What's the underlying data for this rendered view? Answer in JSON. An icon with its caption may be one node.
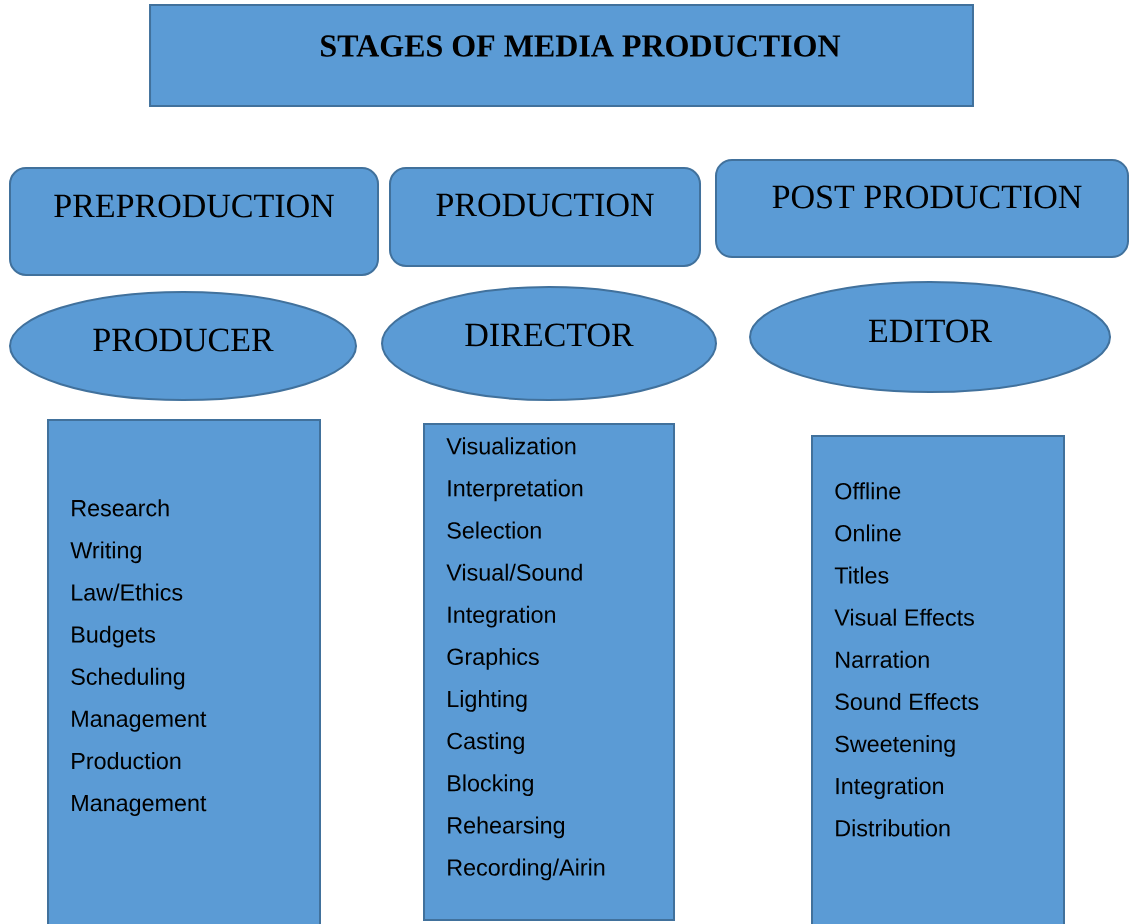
{
  "diagram": {
    "nodes": [
      {
        "text": [
          "STAGES OF MEDIA PRODUCTION"
        ]
      },
      {
        "text": [
          "PREPRODUCTION"
        ]
      },
      {
        "text": [
          "PRODUCTION"
        ]
      },
      {
        "text": [
          "POST PRODUCTION"
        ]
      },
      {
        "text": [
          "PRODUCER"
        ]
      },
      {
        "text": [
          "DIRECTOR"
        ]
      },
      {
        "text": [
          "EDITOR"
        ]
      },
      {
        "text": [
          "Research",
          "Writing",
          "Law/Ethics",
          "Budgets",
          "Scheduling",
          "Management",
          "Production",
          "Management"
        ]
      },
      {
        "text": [
          "Visualization",
          "Interpretation",
          "Selection",
          "Visual/Sound",
          "Integration",
          "Graphics",
          "Lighting",
          "Casting",
          "Blocking",
          "Rehearsing",
          "Recording/Airin"
        ]
      },
      {
        "text": [
          "Offline",
          "Online",
          "Titles",
          "Visual Effects",
          "Narration",
          "Sound Effects",
          "Sweetening",
          "Integration",
          "Distribution"
        ]
      }
    ]
  }
}
